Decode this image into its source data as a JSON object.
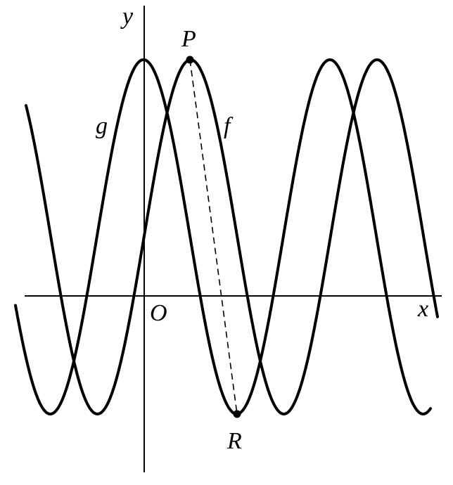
{
  "labels": {
    "y_axis": "y",
    "x_axis": "x",
    "origin": "O",
    "curve_g": "g",
    "curve_f": "f",
    "point_p": "P",
    "point_r": "R"
  }
}
